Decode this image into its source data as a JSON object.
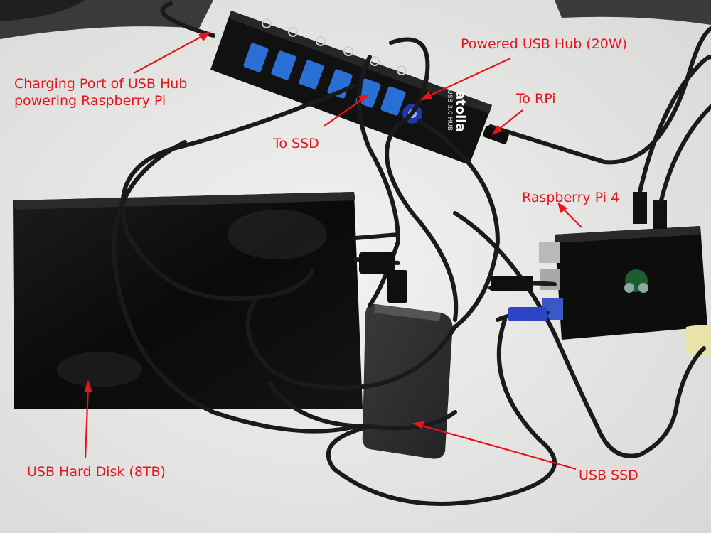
{
  "labels": {
    "charging_port": [
      "Charging Port of USB Hub",
      "powering Raspberry Pi"
    ],
    "hub": "Powered USB Hub (20W)",
    "to_rpi": "To RPi",
    "to_ssd": "To SSD",
    "raspberry_pi": "Raspberry Pi 4",
    "hard_disk": "USB Hard Disk (8TB)",
    "ssd": "USB SSD"
  },
  "hub_print": {
    "brand": "atolla",
    "model": "USB 3.0 HUB"
  },
  "colors": {
    "annotation": "#e8141c",
    "background": "#e9e9e7",
    "usb_port_blue": "#2a6fd6",
    "led_blue": "#2b54ff"
  }
}
